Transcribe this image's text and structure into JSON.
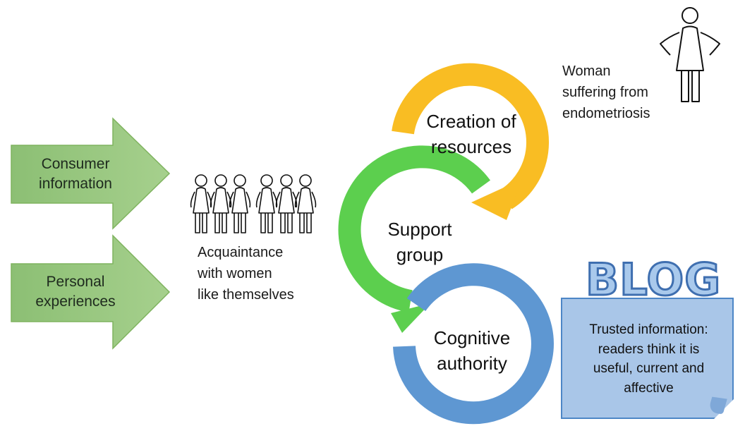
{
  "inputs": {
    "consumer_information": "Consumer information",
    "personal_experiences": "Personal experiences"
  },
  "acquaintance": {
    "line1": "Acquaintance",
    "line2": "with women",
    "line3": "like themselves"
  },
  "cycle": {
    "creation_line1": "Creation of",
    "creation_line2": "resources",
    "support_line1": "Support",
    "support_line2": "group",
    "cognitive_line1": "Cognitive",
    "cognitive_line2": "authority"
  },
  "woman": {
    "line1": "Woman",
    "line2": "suffering from",
    "line3": "endometriosis"
  },
  "blog": {
    "title": "BLOG",
    "line1": "Trusted information:",
    "line2": "readers think it is",
    "line3": "useful, current and",
    "line4": "affective"
  },
  "colors": {
    "arrow_fill": "#93c47d",
    "arrow_stroke": "#7fb35f",
    "orange_arc": "#f9bd23",
    "green_arc": "#5ccf4e",
    "blue_arc": "#5e97d2",
    "blog_fill": "#a9c6e8",
    "blog_border": "#4d86c6"
  },
  "icons": {
    "group": "women-group-icon",
    "woman": "woman-shrugging-icon"
  }
}
